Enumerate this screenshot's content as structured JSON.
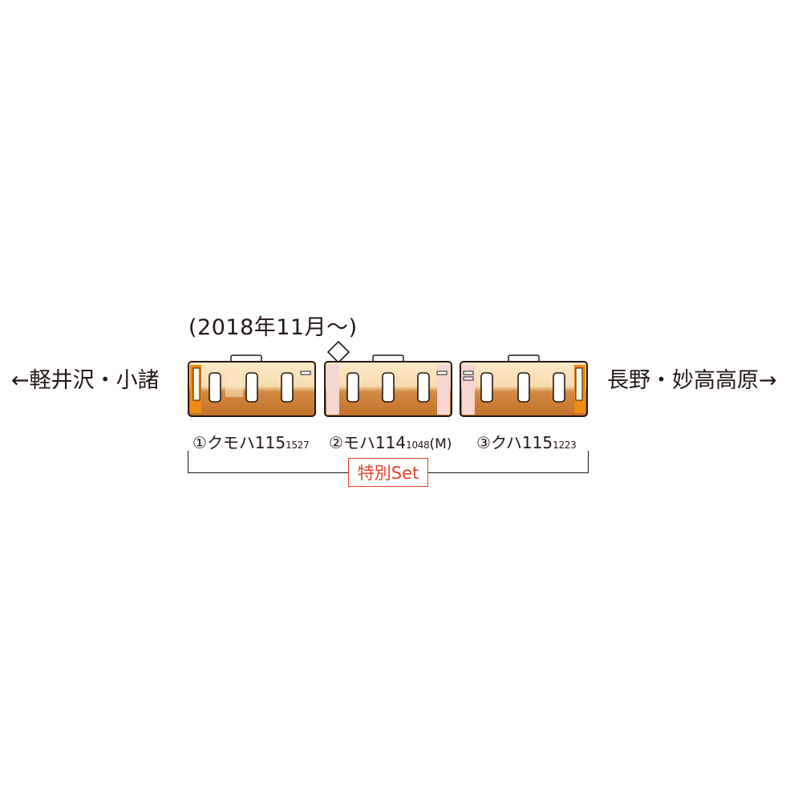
{
  "date_note": "(2018年11月〜)",
  "direction_left": "←軽井沢・小諸",
  "direction_right": "長野・妙高高原→",
  "cars": [
    {
      "index": "①",
      "name": "クモハ115",
      "number": "1527",
      "suffix": ""
    },
    {
      "index": "②",
      "name": "モハ114",
      "number": "1048",
      "suffix": "(M)"
    },
    {
      "index": "③",
      "name": "クハ115",
      "number": "1223",
      "suffix": ""
    }
  ],
  "set_label": "特別Set",
  "colors": {
    "body_cream": "#fbe6c2",
    "body_pink": "#f5d6d0",
    "belt_orange": "#c9762e",
    "accent_orange": "#ef8a16",
    "accent_red": "#e0432d",
    "outline": "#231815"
  },
  "icons": [
    "diamond-icon"
  ]
}
